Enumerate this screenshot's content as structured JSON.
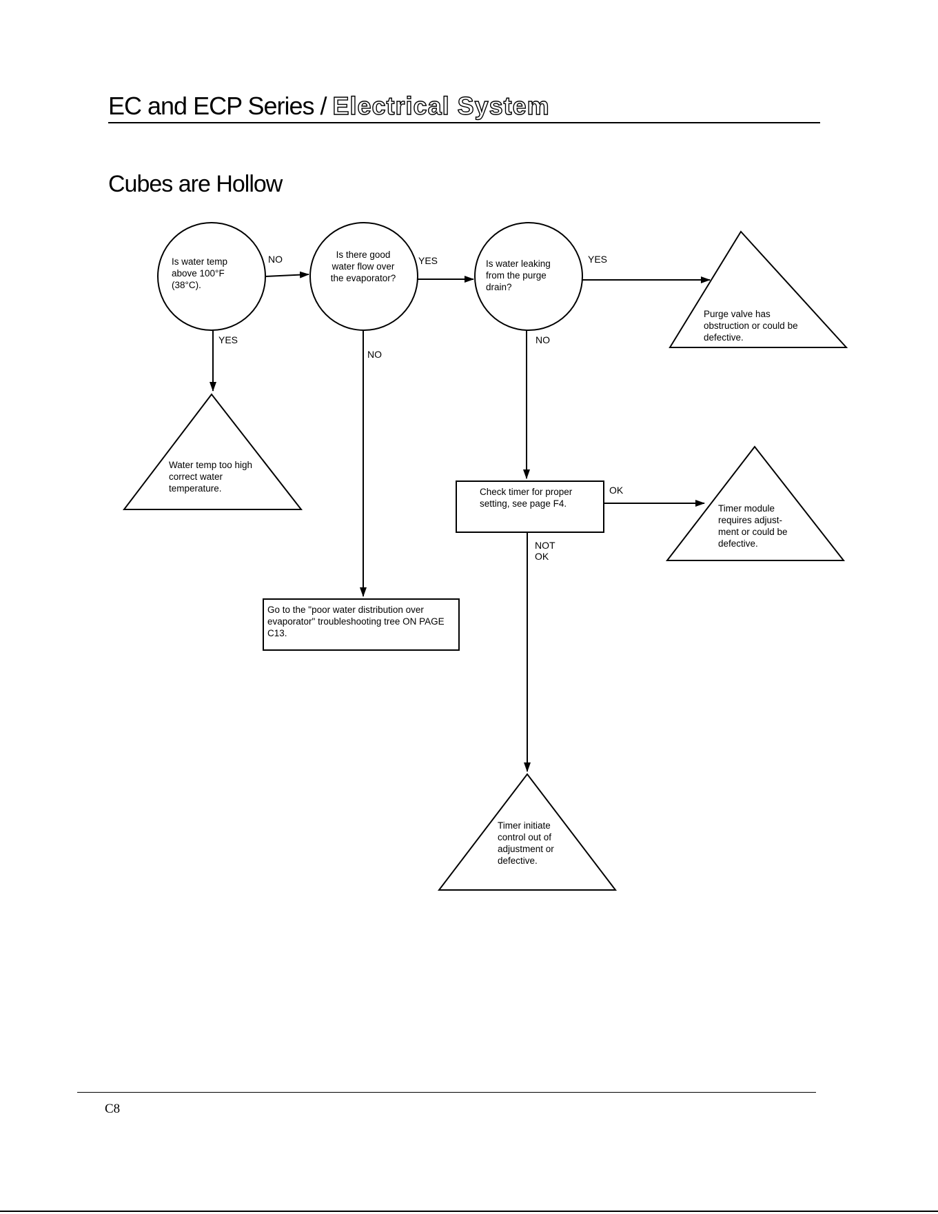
{
  "header": {
    "series": "EC and ECP Series / ",
    "section": "Electrical System"
  },
  "page_title": "Cubes are Hollow",
  "nodes": {
    "q_water_temp": "Is water temp above 100°F (38°C).",
    "q_water_flow": "Is there good water flow over the evaporator?",
    "q_leaking": "Is water leaking from the purge drain?",
    "r_purge_valve": "Purge valve has obstruction or could be defective.",
    "r_water_temp_high": "Water temp too high correct water temperature.",
    "a_check_timer": "Check timer for proper setting, see page F4.",
    "r_timer_module": "Timer module requires adjust- ment or could be defective.",
    "a_poor_distribution": "Go to the \"poor water distribution over evaporator\" troubleshooting tree ON PAGE C13.",
    "r_timer_initiate": "Timer initiate control out of adjustment or defective."
  },
  "edges": {
    "temp_no": "NO",
    "temp_yes": "YES",
    "flow_yes": "YES",
    "flow_no": "NO",
    "leak_yes": "YES",
    "leak_no": "NO",
    "timer_ok": "OK",
    "timer_not_ok_1": "NOT",
    "timer_not_ok_2": "OK"
  },
  "footer": {
    "page_number": "C8"
  }
}
